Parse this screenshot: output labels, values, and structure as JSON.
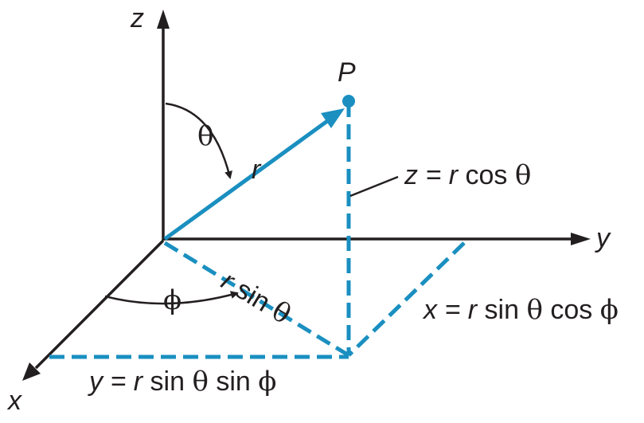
{
  "colors": {
    "axis": "#231f20",
    "vector": "#1a8fc0",
    "background": "#ffffff"
  },
  "axes": {
    "x": "x",
    "y": "y",
    "z": "z"
  },
  "point_label": "P",
  "vector_label": "r",
  "angles": {
    "theta": "θ",
    "phi": "ϕ"
  },
  "labels": {
    "z_eq": "z = ",
    "z_r": "r",
    "z_rest": " cos ",
    "z_theta": "θ",
    "proj_r": "r",
    "proj_rest": " sin ",
    "proj_theta": "θ",
    "x_eq": "x = ",
    "x_r": "r",
    "x_rest1": " sin ",
    "x_theta": "θ",
    "x_rest2": " cos ",
    "x_phi": "ϕ",
    "y_eq": "y = ",
    "y_r": "r",
    "y_rest1": " sin ",
    "y_theta": "θ",
    "y_rest2": " sin ",
    "y_phi": "ϕ"
  }
}
